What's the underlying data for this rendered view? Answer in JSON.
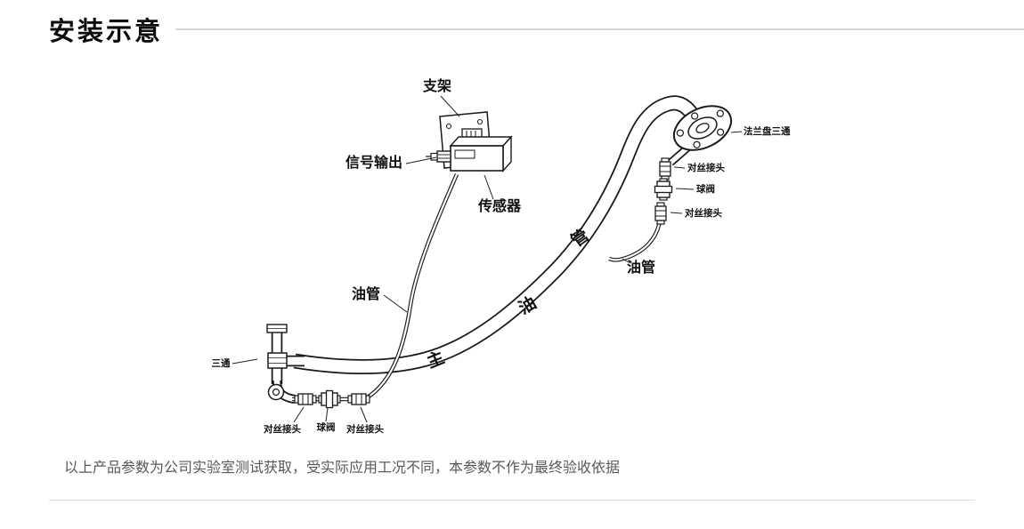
{
  "page": {
    "title": "安装示意",
    "footnote": "以上产品参数为公司实验室测试获取，受实际应用工况不同，本参数不作为最终验收依据"
  },
  "diagram": {
    "labels": {
      "bracket": "支架",
      "signal_output": "信号输出",
      "sensor": "传感器",
      "flange_tee": "法兰盘三通",
      "nipple_right_upper": "对丝接头",
      "ball_valve_right": "球阀",
      "nipple_right_lower": "对丝接头",
      "oil_pipe_right": "油管",
      "oil_pipe_left": "油管",
      "tee": "三通",
      "nipple_bottom_left": "对丝接头",
      "ball_valve_bottom": "球阀",
      "nipple_bottom_right": "对丝接头",
      "main_pipe_char_1": "主",
      "main_pipe_char_2": "油",
      "main_pipe_char_3": "管"
    },
    "colors": {
      "line": "#1a1a1a",
      "divider": "#d6d6d6"
    }
  }
}
